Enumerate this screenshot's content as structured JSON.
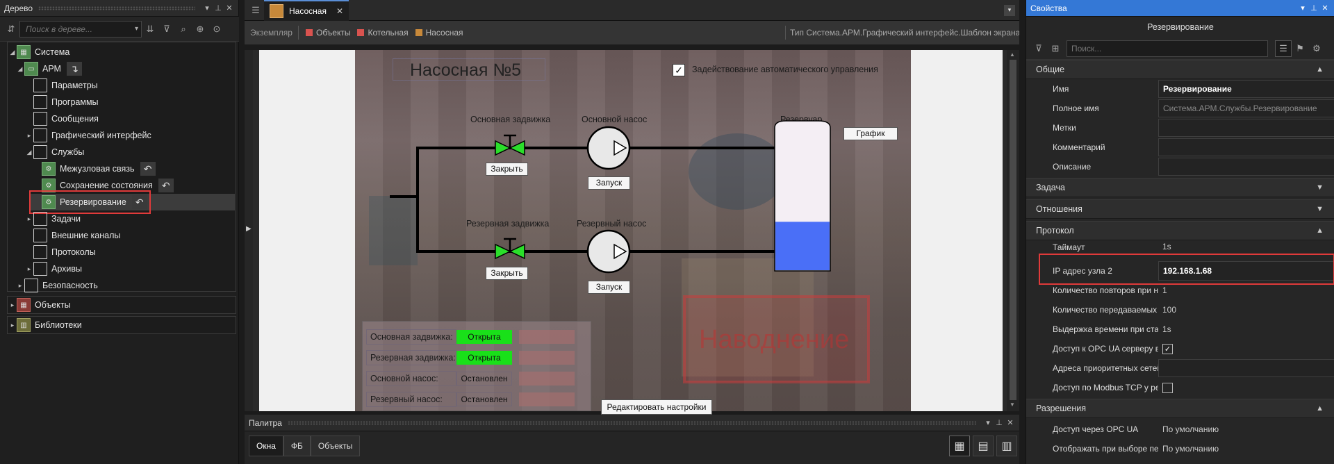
{
  "tree": {
    "title": "Дерево",
    "search_placeholder": "Поиск в дереве...",
    "items": [
      {
        "label": "Система"
      },
      {
        "label": "АРМ"
      },
      {
        "label": "Параметры"
      },
      {
        "label": "Программы"
      },
      {
        "label": "Сообщения"
      },
      {
        "label": "Графический интерфейс"
      },
      {
        "label": "Службы"
      },
      {
        "label": "Межузловая связь"
      },
      {
        "label": "Сохранение состояния"
      },
      {
        "label": "Резервирование"
      },
      {
        "label": "Задачи"
      },
      {
        "label": "Внешние каналы"
      },
      {
        "label": "Протоколы"
      },
      {
        "label": "Архивы"
      },
      {
        "label": "Безопасность"
      },
      {
        "label": "Объекты"
      },
      {
        "label": "Библиотеки"
      }
    ]
  },
  "editor": {
    "tab_label": "Насосная",
    "crumbs": {
      "instance": "Экземпляр",
      "objects": "Объекты",
      "boiler": "Котельная",
      "pump": "Насосная"
    },
    "type_path": "Тип Система.АРМ.Графический интерфейс.Шаблон экрана",
    "crumb_colors": {
      "objects": "#d9534f",
      "boiler": "#d9534f",
      "pump": "#c8893a"
    }
  },
  "scheme": {
    "title": "Насосная №5",
    "auto_control_label": "Задействование автоматического управления",
    "main_valve_label": "Основная задвижка",
    "main_pump_label": "Основной насос",
    "tank_label": "Резервуар",
    "chart_button": "График",
    "close_button_1": "Закрыть",
    "start_button_1": "Запуск",
    "reserve_valve_label": "Резервная задвижка",
    "reserve_pump_label": "Резервный насос",
    "close_button_2": "Закрыть",
    "start_button_2": "Запуск",
    "flood_label": "Наводнение",
    "status": [
      {
        "name": "Основная задвижка:",
        "value": "Открыта",
        "color": "#19e019"
      },
      {
        "name": "Резервная задвижка:",
        "value": "Открыта",
        "color": "#19e019"
      },
      {
        "name": "Основной насос:",
        "value": "Остановлен",
        "color": "#7a6c6c"
      },
      {
        "name": "Резервный насос:",
        "value": "Остановлен",
        "color": "#7a6c6c"
      }
    ],
    "edit_settings_button": "Редактировать настройки",
    "tank_level": 0.34
  },
  "palette": {
    "title": "Палитра",
    "tabs": [
      "Окна",
      "ФБ",
      "Объекты"
    ]
  },
  "props": {
    "title": "Свойства",
    "object_name": "Резервирование",
    "search_placeholder": "Поиск...",
    "sections": {
      "general": "Общие",
      "task": "Задача",
      "relations": "Отношения",
      "protocol": "Протокол",
      "permissions": "Разрешения"
    },
    "general": [
      {
        "name": "Имя",
        "value": "Резервирование"
      },
      {
        "name": "Полное имя",
        "value": "Система.АРМ.Службы.Резервирование"
      },
      {
        "name": "Метки",
        "value": ""
      },
      {
        "name": "Комментарий",
        "value": ""
      },
      {
        "name": "Описание",
        "value": ""
      }
    ],
    "protocol": [
      {
        "name": "Таймаут",
        "value": "1s"
      },
      {
        "name": "IP адрес узла 2",
        "value": "192.168.1.68"
      },
      {
        "name": "Количество повторов при неуд...",
        "value": "1"
      },
      {
        "name": "Количество передаваемых арх...",
        "value": "100"
      },
      {
        "name": "Выдержка времени при старте",
        "value": "1s"
      },
      {
        "name": "Доступ к OPC UA серверу в ре...",
        "value": "✓"
      },
      {
        "name": "Адреса приоритетных сетей",
        "value": ""
      },
      {
        "name": "Доступ по Modbus TCP у режи...",
        "value": ""
      }
    ],
    "permissions": [
      {
        "name": "Доступ через OPC UA",
        "value": "По умолчанию"
      },
      {
        "name": "Отображать при выборе перьев",
        "value": "По умолчанию"
      }
    ]
  }
}
